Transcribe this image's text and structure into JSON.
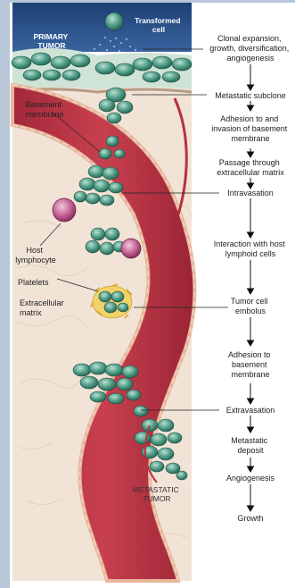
{
  "labels": {
    "primary_tumor": [
      "PRIMARY",
      "TUMOR"
    ],
    "transformed_cell": [
      "Transformed",
      "cell"
    ],
    "basement_membrane": [
      "Basement",
      "membrane"
    ],
    "host_lymphocyte": [
      "Host",
      "lymphocyte"
    ],
    "platelets": "Platelets",
    "extracellular_matrix": [
      "Extracellular",
      "matrix"
    ],
    "metastatic_tumor": [
      "METASTATIC",
      "TUMOR"
    ]
  },
  "steps": [
    {
      "lines": [
        "Clonal expansion,",
        "growth, diversification,",
        "angiogenesis"
      ]
    },
    {
      "lines": [
        "Metastatic subclone"
      ]
    },
    {
      "lines": [
        "Adhesion to and",
        "invasion of basement",
        "membrane"
      ]
    },
    {
      "lines": [
        "Passage through",
        "extracellular matrix"
      ]
    },
    {
      "lines": [
        "Intravasation"
      ]
    },
    {
      "lines": [
        "Interaction with host",
        "lymphoid cells"
      ]
    },
    {
      "lines": [
        "Tumor cell",
        "embolus"
      ]
    },
    {
      "lines": [
        "Adhesion to",
        "basement",
        "membrane"
      ]
    },
    {
      "lines": [
        "Extravasation"
      ]
    },
    {
      "lines": [
        "Metastatic",
        "deposit"
      ]
    },
    {
      "lines": [
        "Angiogenesis"
      ]
    },
    {
      "lines": [
        "Growth"
      ]
    }
  ]
}
